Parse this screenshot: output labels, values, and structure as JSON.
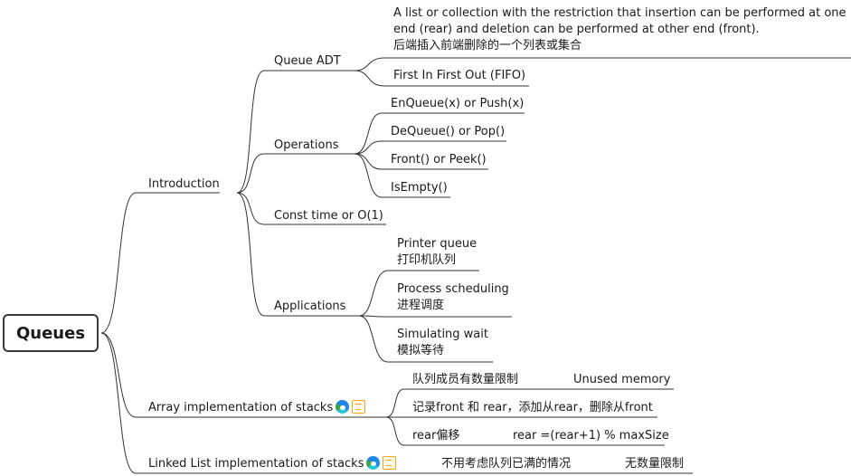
{
  "root": {
    "label": "Queues"
  },
  "introduction": {
    "label": "Introduction",
    "queue_adt": {
      "label": "Queue ADT",
      "definition_line1": "A list or collection with the restriction that insertion can be performed at one",
      "definition_line2": "end (rear) and deletion can be performed at other end (front).",
      "definition_zh": "后端插入前端删除的一个列表或集合",
      "fifo": "First In First Out (FIFO)"
    },
    "operations": {
      "label": "Operations",
      "items": [
        "EnQueue(x) or Push(x)",
        "DeQueue() or Pop()",
        "Front() or Peek()",
        "IsEmpty()"
      ]
    },
    "const_time": {
      "label": "Const time or O(1)"
    },
    "applications": {
      "label": "Applications",
      "items": [
        {
          "en": "Printer queue",
          "zh": "打印机队列"
        },
        {
          "en": "Process scheduling",
          "zh": "进程调度"
        },
        {
          "en": "Simulating wait",
          "zh": "模拟等待"
        }
      ]
    }
  },
  "array_impl": {
    "label": "Array implementation of stacks",
    "icons": [
      "edge-browser-icon",
      "note-icon"
    ],
    "rows": [
      {
        "text": "队列成员有数量限制",
        "child": "Unused memory"
      },
      {
        "text": "记录front 和 rear，添加从rear，删除从front",
        "child": ""
      },
      {
        "text": "rear偏移",
        "child": "rear =(rear+1) % maxSize"
      }
    ]
  },
  "linked_impl": {
    "label": "Linked List implementation of stacks",
    "icons": [
      "edge-browser-icon",
      "note-icon"
    ],
    "rows": [
      {
        "text": "不用考虑队列已满的情况",
        "child": "无数量限制"
      }
    ]
  },
  "colors": {
    "line": "#333333",
    "text": "#1a1a1a",
    "root_border": "#3a3a3a"
  }
}
